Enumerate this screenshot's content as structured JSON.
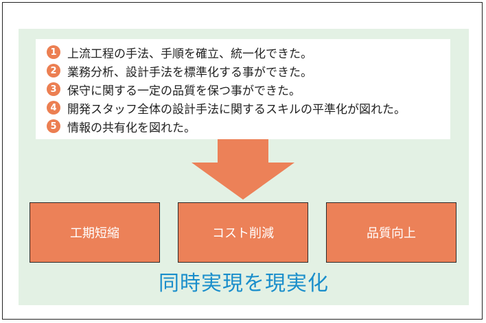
{
  "colors": {
    "background_panel": "#e3f1e4",
    "accent_orange": "#ec8158",
    "result_blue": "#1a8ecb"
  },
  "benefits": [
    {
      "num": "1",
      "text": "上流工程の手法、手順を確立、統一化できた。"
    },
    {
      "num": "2",
      "text": "業務分析、設計手法を標準化する事ができた。"
    },
    {
      "num": "3",
      "text": "保守に関する一定の品質を保つ事ができた。"
    },
    {
      "num": "4",
      "text": "開発スタッフ全体の設計手法に関するスキルの平準化が図れた。"
    },
    {
      "num": "5",
      "text": "情報の共有化を図れた。"
    }
  ],
  "outcomes": [
    "工期短縮",
    "コスト削減",
    "品質向上"
  ],
  "result": "同時実現を現実化"
}
